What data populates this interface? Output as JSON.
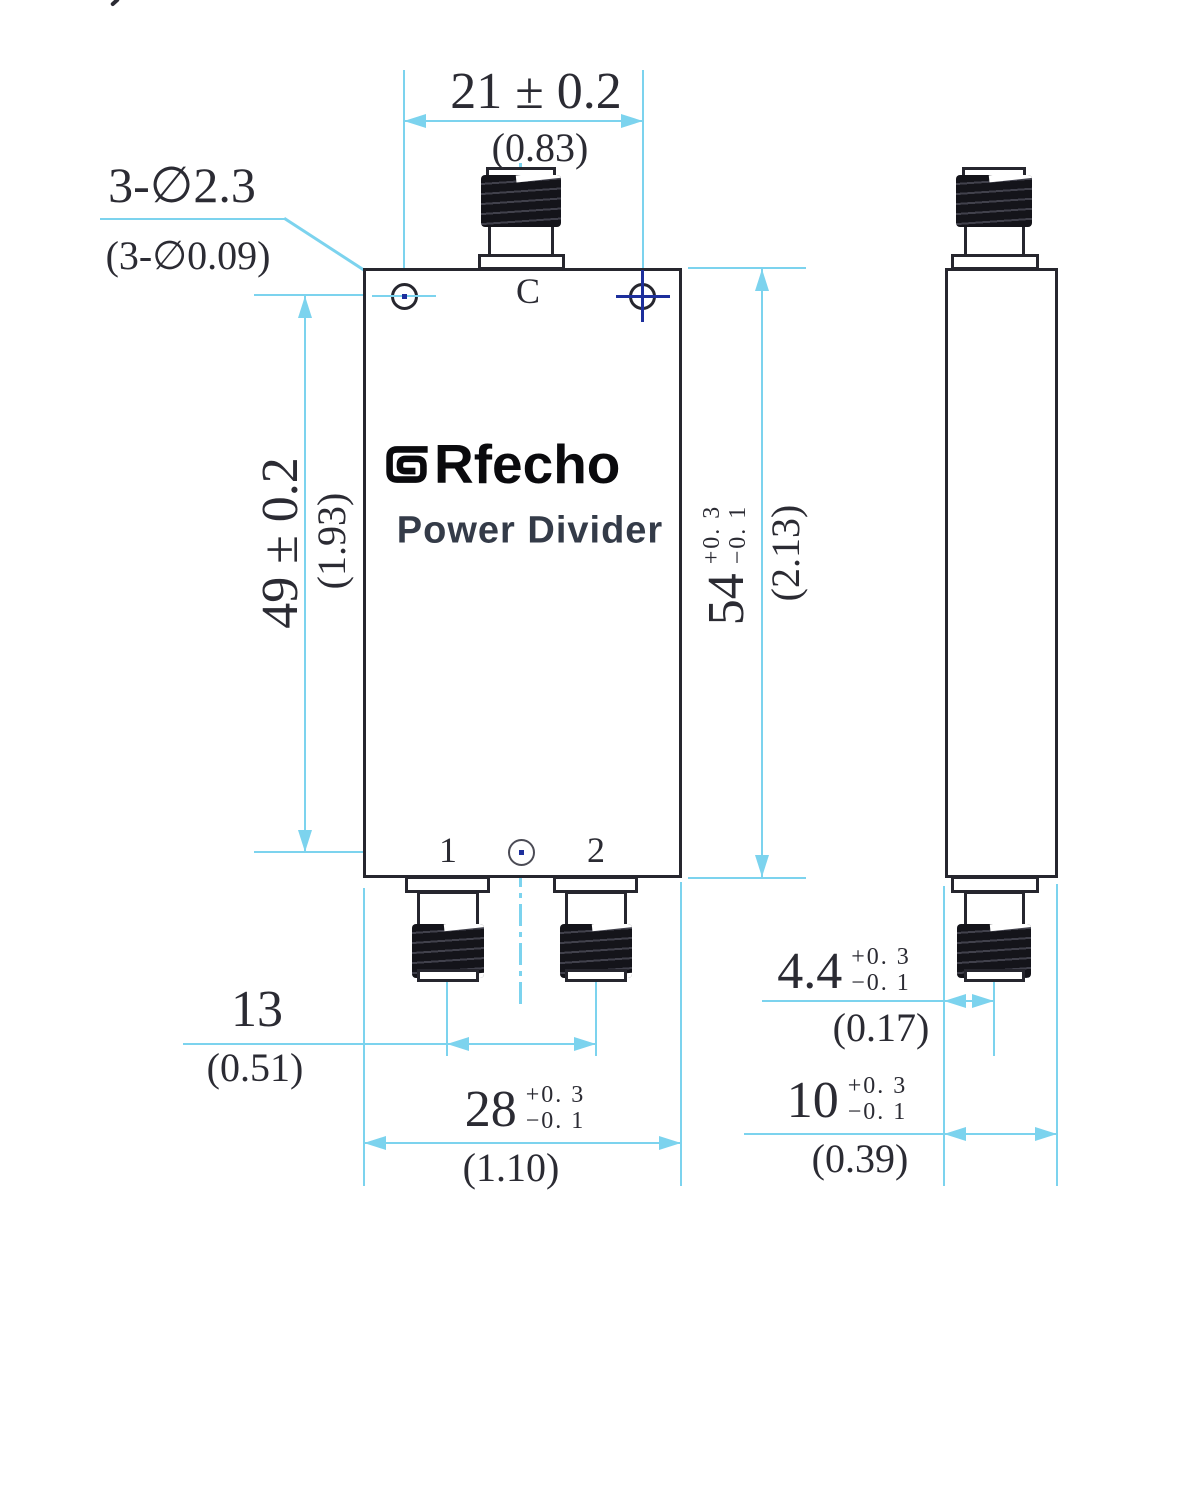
{
  "front_view": {
    "brand": "Rfecho",
    "subtitle": "Power Divider",
    "port_top": "C",
    "port_1": "1",
    "port_2": "2"
  },
  "dims": {
    "top_width": {
      "main": "21 ± 0.2",
      "paren": "(0.83)"
    },
    "holes_note": {
      "main": "3-∅2.3",
      "paren": "(3-∅0.09)"
    },
    "left_height": {
      "main": "49 ± 0.2",
      "paren": "(1.93)"
    },
    "right_height": {
      "main": "54",
      "tol_plus": "+0. 3",
      "tol_minus": "−0. 1",
      "paren": "(2.13)"
    },
    "port_spacing": {
      "main": "13",
      "paren": "(0.51)"
    },
    "body_width": {
      "main": "28",
      "tol_plus": "+0. 3",
      "tol_minus": "−0. 1",
      "paren": "(1.10)"
    },
    "side_offset": {
      "main": "4.4",
      "tol_plus": "+0. 3",
      "tol_minus": "−0. 1",
      "paren": "(0.17)"
    },
    "side_width": {
      "main": "10",
      "tol_plus": "+0. 3",
      "tol_minus": "−0. 1",
      "paren": "(0.39)"
    }
  },
  "colors": {
    "dim": "#7cd3ee",
    "ink": "#26262e",
    "navy": "#1d2f9c",
    "text": "#2b2b33",
    "brand": "#0a0a0d",
    "subtitle": "#343b48",
    "hole3": "#4b4b55",
    "bg": "#ffffff"
  }
}
